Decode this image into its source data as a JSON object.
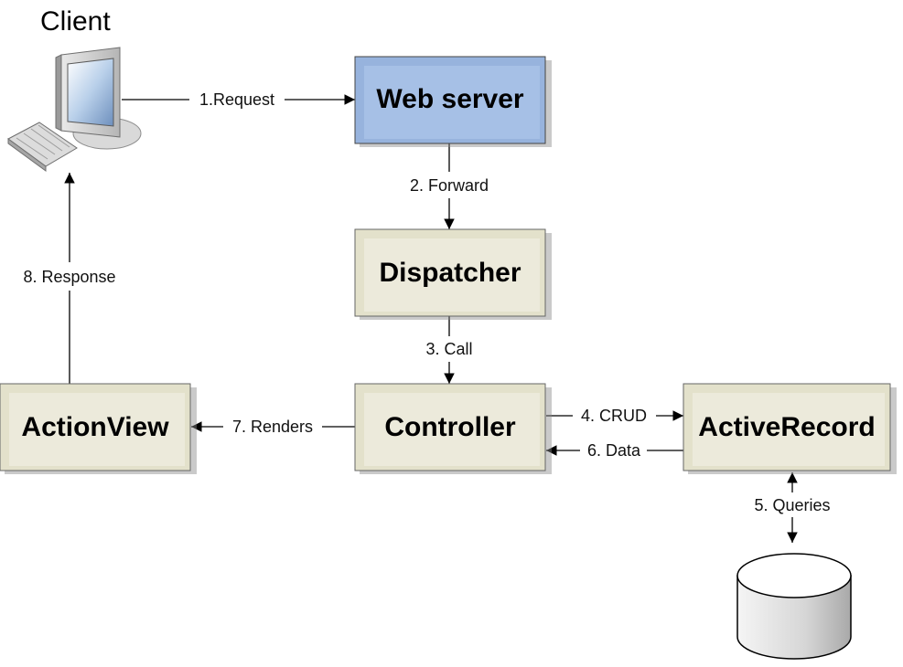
{
  "client": {
    "title": "Client"
  },
  "nodes": {
    "web_server": "Web server",
    "dispatcher": "Dispatcher",
    "controller": "Controller",
    "actionview": "ActionView",
    "activerecord": "ActiveRecord"
  },
  "edges": {
    "request": "1.Request",
    "forward": "2. Forward",
    "call": "3. Call",
    "crud": "4. CRUD",
    "queries": "5. Queries",
    "data": "6. Data",
    "renders": "7. Renders",
    "response": "8. Response"
  },
  "colors": {
    "web_server_fill": "#97b3dd",
    "box_fill": "#e3e1cb",
    "box_inner": "#eceadb",
    "line": "#000000"
  }
}
